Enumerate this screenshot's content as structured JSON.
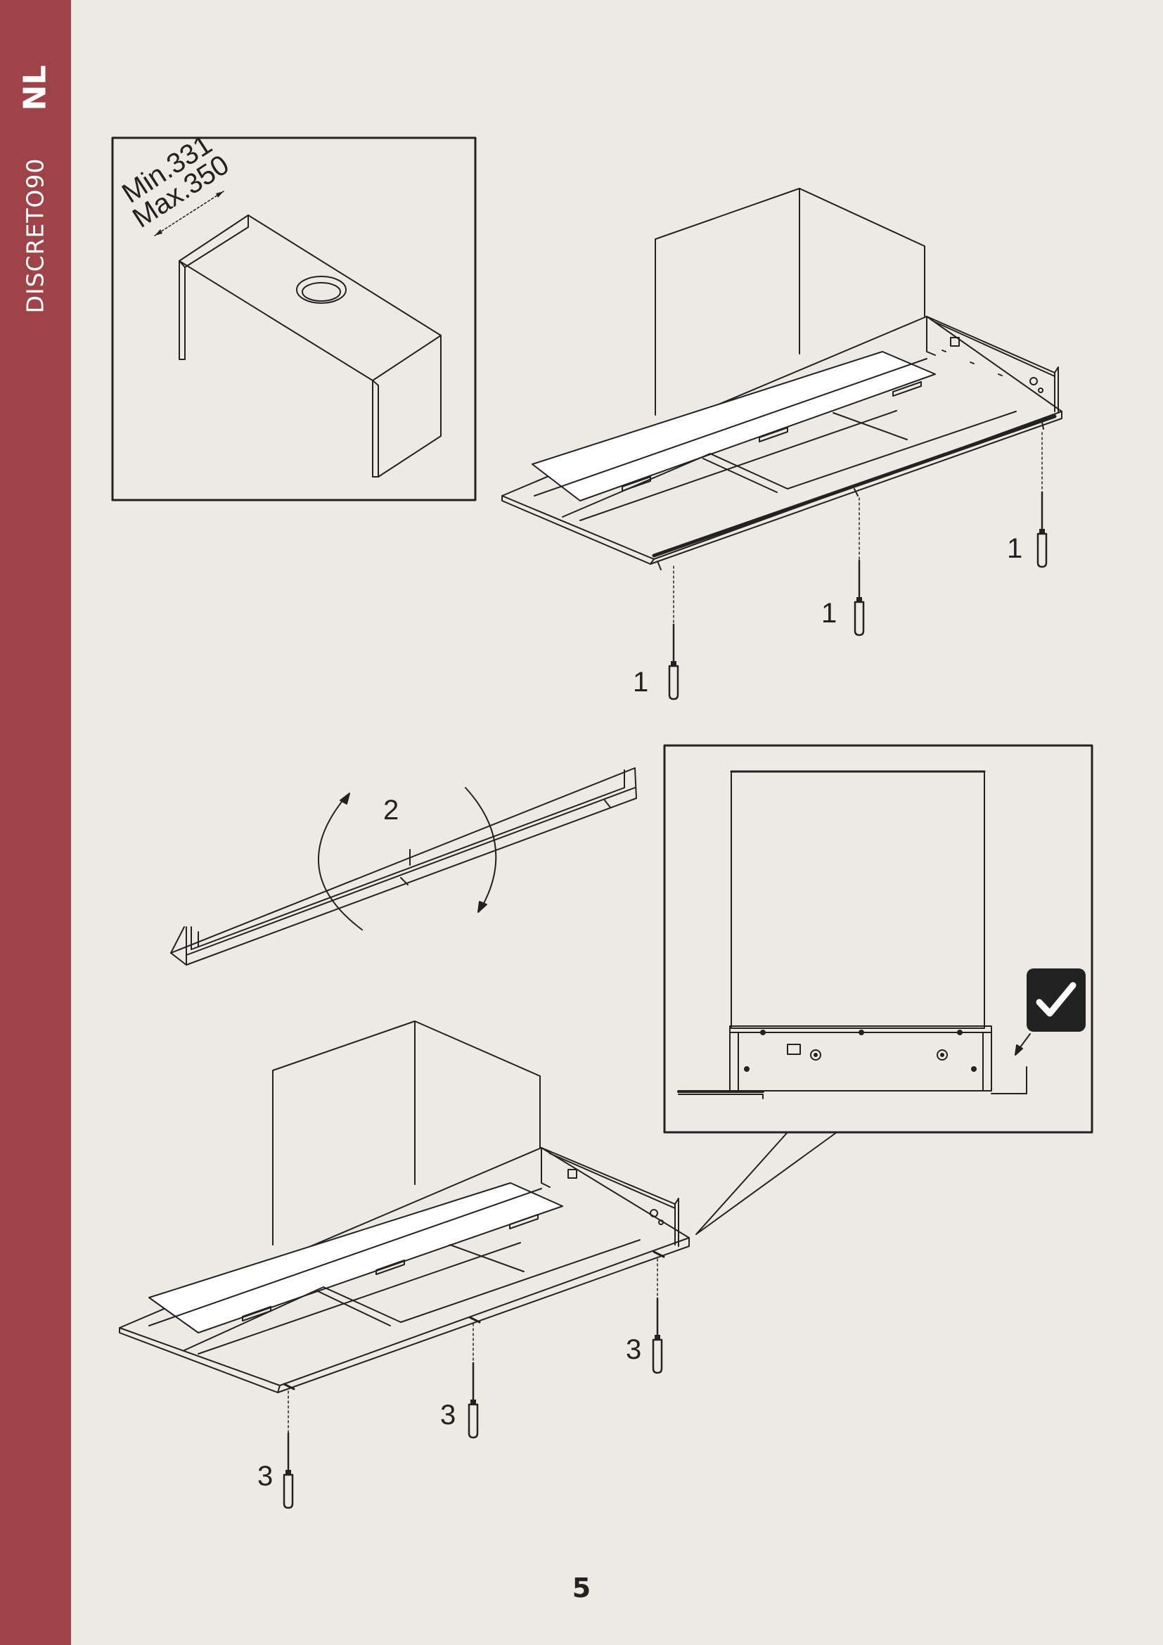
{
  "sidebar": {
    "language": "NL",
    "model": "DISCRETO90"
  },
  "inset_top": {
    "dimension_min": "Min.331",
    "dimension_max": "Max.350"
  },
  "steps": {
    "step1": "1",
    "step2": "2",
    "step3": "3"
  },
  "page_number": "5",
  "colors": {
    "sidebar": "#9e4448",
    "background": "#ede9e3",
    "line": "#222222"
  },
  "icons": [
    "screwdriver-icon",
    "rotate-arrow-icon",
    "checkmark-icon"
  ]
}
